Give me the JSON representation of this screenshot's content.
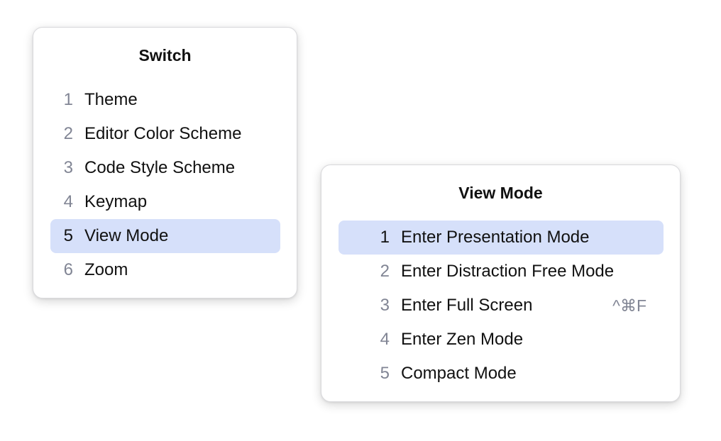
{
  "switch_popup": {
    "title": "Switch",
    "items": [
      {
        "num": "1",
        "label": "Theme"
      },
      {
        "num": "2",
        "label": "Editor Color Scheme"
      },
      {
        "num": "3",
        "label": "Code Style Scheme"
      },
      {
        "num": "4",
        "label": "Keymap"
      },
      {
        "num": "5",
        "label": "View Mode",
        "selected": true
      },
      {
        "num": "6",
        "label": "Zoom"
      }
    ]
  },
  "view_mode_popup": {
    "title": "View Mode",
    "items": [
      {
        "num": "1",
        "label": "Enter Presentation Mode",
        "selected": true
      },
      {
        "num": "2",
        "label": "Enter Distraction Free Mode"
      },
      {
        "num": "3",
        "label": "Enter Full Screen",
        "shortcut": "^⌘F"
      },
      {
        "num": "4",
        "label": "Enter Zen Mode"
      },
      {
        "num": "5",
        "label": "Compact Mode"
      }
    ]
  },
  "colors": {
    "selection": "#d6e0fa",
    "mnemonic": "#818594",
    "text": "#111111"
  }
}
